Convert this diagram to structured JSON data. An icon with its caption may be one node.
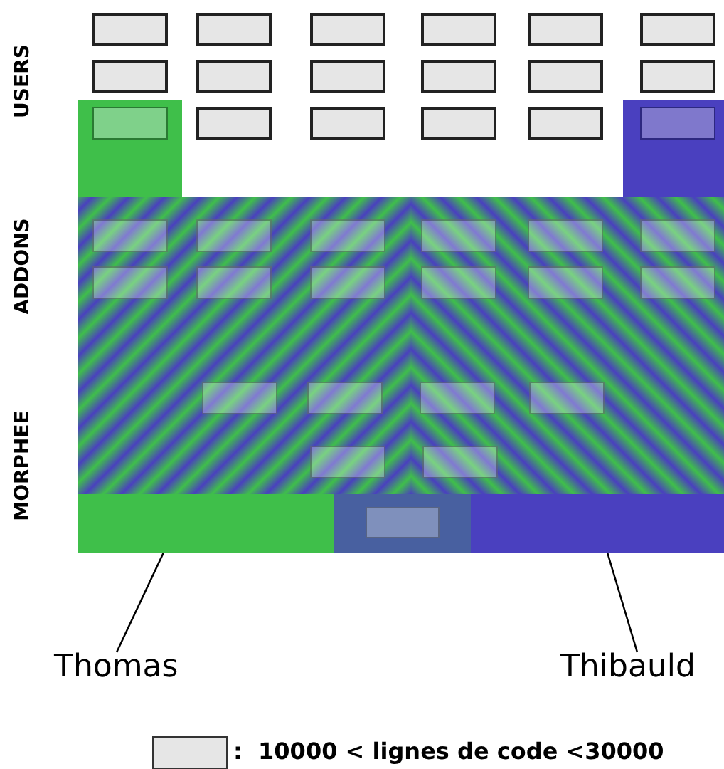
{
  "diagram": {
    "nodes": [
      {
        "text": [
          "Thomas"
        ]
      },
      {
        "text": [
          "Thibauld"
        ]
      },
      {
        "text": [],
        "shape": "bar"
      },
      {
        "text": [],
        "shape": "bar"
      }
    ],
    "edges": [
      {
        "from": 0,
        "to": 2,
        "arrow": "none"
      },
      {
        "from": 1,
        "to": 3,
        "arrow": "none"
      }
    ],
    "labels": [
      "USERS",
      "ADDONS",
      "MORPHEE"
    ],
    "legend": [
      {
        "text": ":  10000 < lignes de code <30000",
        "color": "#e6e6e6"
      }
    ]
  }
}
